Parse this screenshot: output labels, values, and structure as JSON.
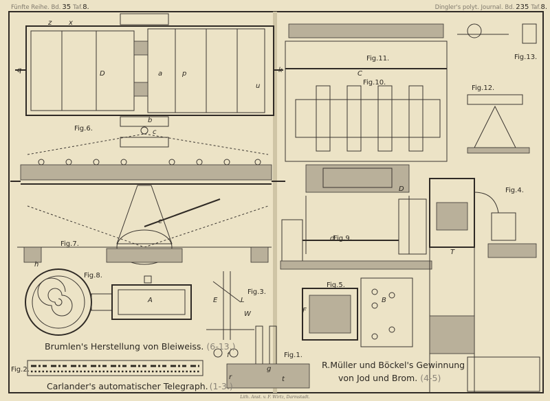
{
  "header": {
    "left_prefix": "Fünfte Reihe. Bd.",
    "left_volume": "35",
    "left_plate_prefix": "Taf.",
    "left_plate": "8.",
    "right_prefix": "Dingler's polyt. Journal. Bd.",
    "right_volume": "235",
    "right_plate_prefix": "Taf.",
    "right_plate": "8."
  },
  "figures": {
    "fig1": "Fig.1.",
    "fig2": "Fig.2.",
    "fig3": "Fig.3.",
    "fig4": "Fig.4.",
    "fig5": "Fig.5.",
    "fig6": "Fig.6.",
    "fig7": "Fig.7.",
    "fig8": "Fig.8.",
    "fig9": "Fig.9.",
    "fig10": "Fig.10.",
    "fig11": "Fig.11.",
    "fig12": "Fig.12.",
    "fig13": "Fig.13."
  },
  "captions": {
    "brumlen_title": "Brumlen's Herstellung von Bleiweiss.",
    "brumlen_figs": "(6-13.)",
    "carlander_title": "Carlander's automatischer Telegraph.",
    "carlander_figs": "(1-3.)",
    "mueller_line1": "R.Müller und Böckel's Gewinnung",
    "mueller_line2": "von Jod und Brom.",
    "mueller_figs": "(4-5)"
  },
  "imprint": "Lith. Anst. v. F. Wirtz, Darmstadt.",
  "letters": {
    "a": "a",
    "b": "b",
    "c": "c",
    "d": "d",
    "e": "e",
    "f": "f",
    "g": "g",
    "h": "h",
    "k": "k",
    "p": "p",
    "q": "q",
    "r": "r",
    "t": "t",
    "u": "u",
    "x": "x",
    "z": "z",
    "A": "A",
    "B": "B",
    "C": "C",
    "D": "D",
    "E": "E",
    "F": "F",
    "L": "L",
    "T": "T",
    "W": "W"
  }
}
